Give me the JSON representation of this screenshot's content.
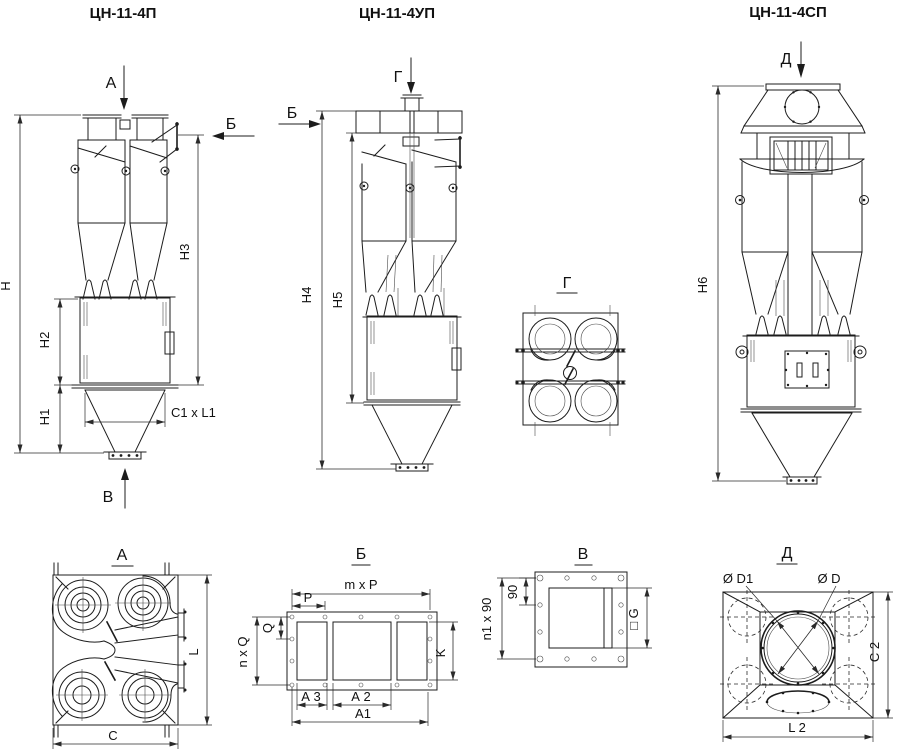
{
  "canvas": {
    "background": "#ffffff",
    "ink": "#1c1c1c",
    "dim_ink": "#2a2a2a"
  },
  "views": {
    "p": {
      "title": "ЦН-11-4П",
      "arrow_top": "А",
      "arrow_side": "Б",
      "arrow_bottom": "В",
      "dim_h": "H",
      "dim_h1": "H1",
      "dim_h2": "H2",
      "dim_h3": "H3",
      "dim_c1l1": "C1 x L1"
    },
    "up": {
      "title": "ЦН-11-4УП",
      "arrow_top": "Г",
      "arrow_side": "Б",
      "dim_h4": "H4",
      "dim_h5": "H5"
    },
    "sp": {
      "title": "ЦН-11-4СП",
      "arrow_top": "Д",
      "dim_h6": "H6"
    }
  },
  "sections": {
    "a": {
      "label": "А",
      "dim_l": "L",
      "dim_c": "C"
    },
    "b": {
      "label": "Б",
      "dim_mxp": "m x P",
      "dim_p": "P",
      "dim_q": "Q",
      "dim_nxq": "n x Q",
      "dim_k": "K",
      "dim_a3": "А 3",
      "dim_a2": "А 2",
      "dim_a1": "А1"
    },
    "v": {
      "label": "В",
      "dim_90": "90",
      "dim_n1x90": "n1 x 90",
      "dim_g": "□ G"
    },
    "g": {
      "label": "Г"
    },
    "d": {
      "label": "Д",
      "dim_d1": "Ø D1",
      "dim_d": "Ø D",
      "dim_c2": "C 2",
      "dim_l2": "L 2"
    }
  }
}
